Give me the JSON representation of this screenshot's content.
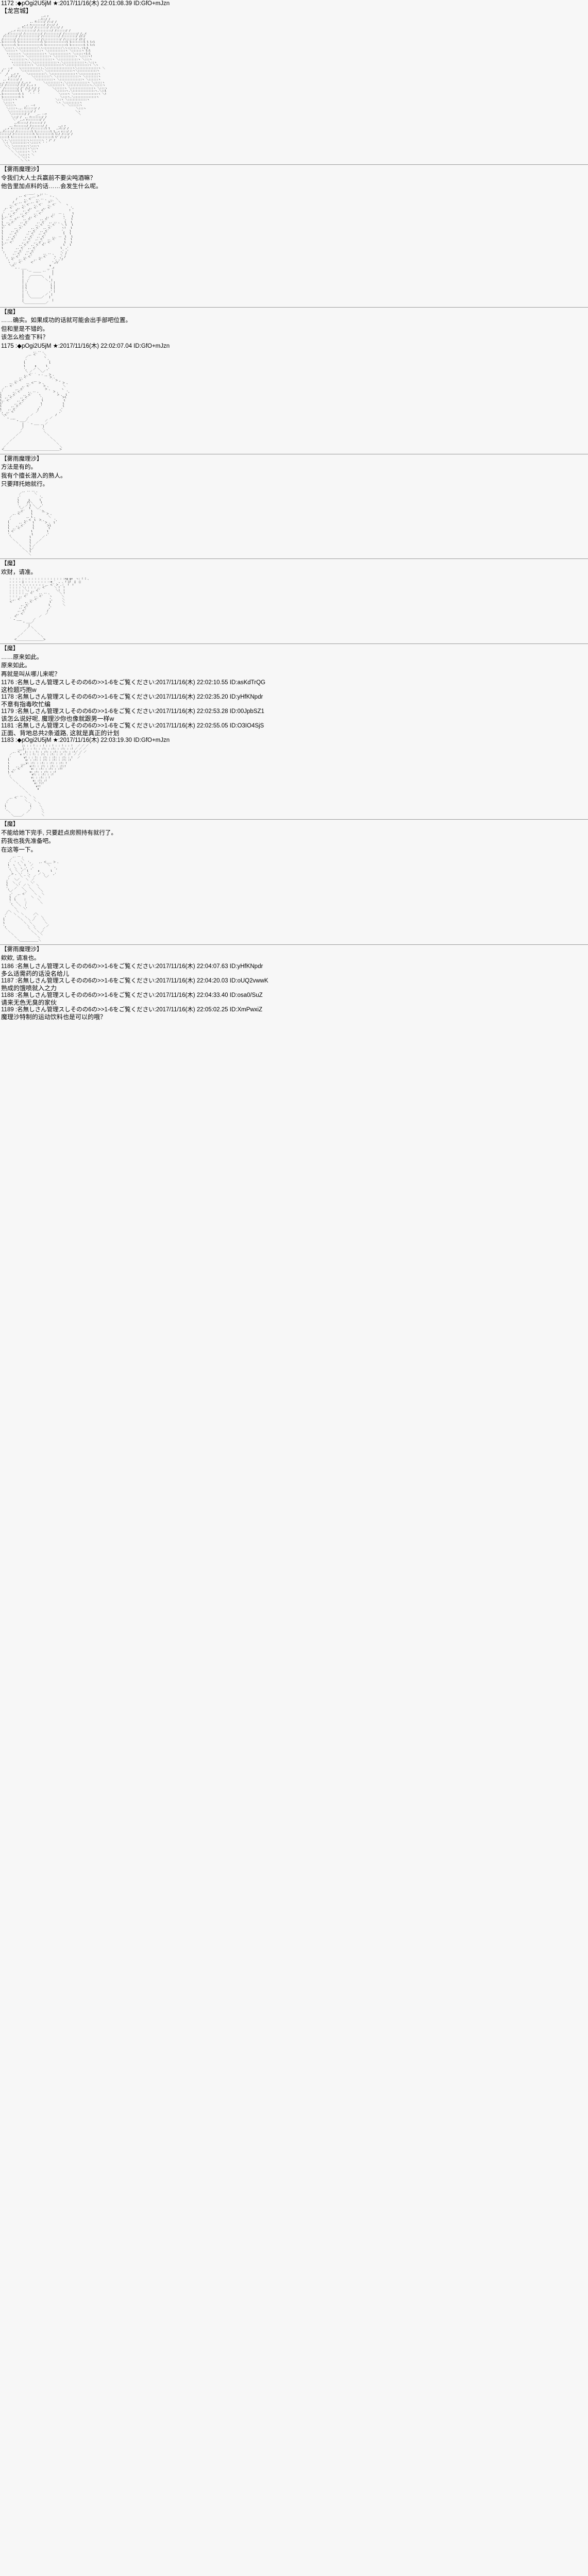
{
  "meta": {
    "board_style": "2ch-thread-archive",
    "text_color": "#000000",
    "background_color": "#f7f7f7",
    "rule_color": "#9a9a9a"
  },
  "posts": [
    {
      "id": "post-1172",
      "header": "1172 :◆pOgi2U5jM ★:2017/11/16(木) 22:01:08.39 ID:GfO+mJzn",
      "title": "【龙宫城】",
      "aa_id": "aa-1",
      "dialogue": {
        "name": "【雾雨魔理沙】",
        "lines": [
          "令我们大人士兵赢前不要尖吨酒嘛？",
          "他告里加点料的话……会发生什么呢。"
        ]
      }
    },
    {
      "id": "post-1172b",
      "aa_id": "aa-2",
      "dialogue": {
        "name": "【魔】",
        "lines": [
          "……确实。如果成功的话就可能会出手部吧位置。",
          "但和里是不错的。",
          "该怎么检查下料？"
        ]
      }
    },
    {
      "id": "post-1175",
      "header": "1175 :◆pOgi2U5jM ★:2017/11/16(木) 22:02:07.04 ID:GfO+mJzn",
      "aa_id": "aa-3",
      "dialogue": {
        "name": "【雾雨魔理沙】",
        "lines": [
          "方法是有的。",
          "我有个擅长潜入的熟人。",
          "只要拜托她就行。"
        ]
      }
    },
    {
      "id": "post-1175b",
      "aa_id": "aa-4",
      "dialogue": {
        "name": "【魔】",
        "lines": [
          "欢财，请准。"
        ]
      }
    },
    {
      "id": "post-1176-block",
      "aa_id": "aa-5",
      "dialogue": {
        "name": "【魔】",
        "lines": [
          "……原来如此。",
          "原来如此。",
          "再就是叫从哪儿来呢？"
        ]
      },
      "replies": [
        {
          "header": "1176 :名無しさん管理スしそのの6の>>1-6をご覧ください:2017/11/16(木) 22:02:10.55 ID:asKdTrQG",
          "body": "这检题巧抱w"
        },
        {
          "header": "1178 :名無しさん管理スしそのの6の>>1-6をご覧ください:2017/11/16(木) 22:02:35.20 ID:yHfKNpdr",
          "body": "不意有指毒吹忙编"
        },
        {
          "header": "1179 :名無しさん管理スしそのの6の>>1-6をご覧ください:2017/11/16(木) 22:02:53.28 ID:00JpbSZ1",
          "body": "该怎么说好呢, 魔理沙你也像就跟男一样w"
        },
        {
          "header": "1181 :名無しさん管理スしそのの6の>>1-6をご覧ください:2017/11/16(木) 22:02:55.05 ID:O3IO4SjS",
          "body": "正面、背地总共2条道路, 这就是真正的计划"
        }
      ]
    },
    {
      "id": "post-1183",
      "header": "1183 :◆pOgi2U5jM ★:2017/11/16(木) 22:03:19.30 ID:GfO+mJzn",
      "aa_id": "aa-6",
      "dialogue": {
        "name": "【魔】",
        "lines": [
          "不能给她下完手, 只要赶点房照持有就行了。",
          "药我也我先准备吧。",
          "在这等一下。"
        ]
      }
    },
    {
      "id": "post-end",
      "aa_id": "aa-7",
      "dialogue": {
        "name": "【雾雨魔理沙】",
        "lines": [
          "欸欸, 请准也。"
        ]
      },
      "replies": [
        {
          "header": "1186 :名無しさん管理スしそのの6の>>1-6をご覧ください:2017/11/16(木) 22:04:07.63 ID:yHfKNpdr",
          "body": "多么适需药的话没名给儿"
        },
        {
          "header": "1187 :名無しさん管理スしそのの6の>>1-6をご覧ください:2017/11/16(木) 22:04:20.03 ID:oUQ2vwwK",
          "body": "熟成的饿喷就入之力"
        },
        {
          "header": "1188 :名無しさん管理スしそのの6の>>1-6をご覧ください:2017/11/16(木) 22:04:33.40 ID:osa0/SuZ",
          "body": "请来无色无臭的家伙"
        },
        {
          "header": "1189 :名無しさん管理スしそのの6の>>1-6をご覧ください:2017/11/16(木) 22:05:02.25 ID:XmPwxiZ",
          "body": "魔理沙特制的运动饮料也是可以的哦？"
        }
      ]
    }
  ],
  "aa": {
    "aa-1": "                          ,.ｨ ｧ\n                      _ ,.ｲ::/ /\n                   ,. ｲ:::::/ /::/ /\n              _,.ｨ ｧ::::::::/ /:::/ /\n           ,. ｲ:::::/ /:::::::/ /::::/ /\n      _,.ｨ ｧ::::::::::/ /::::::::/ /::::::/ /\n   ,.ｲ:::::::/ /::::::::::/ /:::::::::/ /::::::::/ /,.ｲ\n  /:::::::/ /:::::::::::/ /::::::::::/ /::::::::/ //:/\n /:::::::/ /::::::::::::/ /:::::::::::/ /:::::::/ //:/\n.l:::::::l l::::::::::::::l l:::::::::::::l l::::::::l l l:l\n l:::::::l l::::::::::::::l l:::::::::::::l l::::::::l l l:l\n  ＼::::ヽ.＼::::::::::::＼ヽ::::::::::::＼ヽ::::::ヽ.ヽl:l\n   ＼:::::ヽ ＼::::::::::::ヽ ＼:::::::::::ヽ ＼::::::ヽ l:l\n    ヽ::::::ヽ ＼::::::::::::ヽ ＼:::::::::::ヽ ＼:::::ヽl:l\n     ヽ:::::::ヽ ＼:::::::::::::ヽ ＼::::::::::::ヽ ＼::::ヽ!\n      ヽ::::::::ヽ.＼:::::::::::::ヽ ＼::::::::::::ヽ ＼:::ヽ\n       ヽ:::::::::ヽ.＼::::::::::::::ヽ.＼:::::::::::::ヽ.＼::ヽ\n        ヽ::::::::::ヽ ＼:::::::::::::::ヽ＼::::::::::::::ヽ ＼ヽ\n  ,. -‐ｧ    ヽ::::::::::::ヽ.＼::::::::::::::::ヽ＼:::::::::::::ヽ ＼\n /   /       ＼:::::::::::＼ ＼::::::::::::::::ヽ＼::::::::::::ヽ\n'   /  ,.ｨ ｧ     ＼::::::::::＼ ＼:::::::::::::::ヽ＼:::::::::::ヽ\n   ' ,.ｲ::/ /       ＼::::::::::＼ ＼::::::::::::::ヽ ＼::::::::ヽ\n  ,. ｲ:::::/ /        ＼::::::::::ヽ ＼::::::::::::::ヽ ＼::::::ヽ\n,.ｨ ｧ:::::::/ /,.ｨ ｧ        ＼:::::::::ヽ.＼:::::::::::::ヽ ＼:::::ヽ\n:/ /:::::::/ /:/ /,.ｨ ｧ       ＼::::::::ヽ ＼:::::::::::::ヽ.＼::::ヽ\n' /::::::::/ /' /:/ /:/ /        ＼::::::ヽ ＼::::::::::::::ヽ ＼:::ヽ\n /:::::::::l l  ' /' /' /          ＼:::::ヽ.＼::::::::::::::ヽ.＼::l\n.l::::::::::l l    ' '  '            ＼::::ヽ ＼:::::::::::::::ヽ ＼!\n l::::::::::l l                       ＼:::ヽ.＼::::::::::::::ヽ\n ＼:::::ヽヽ                        ＼::ヽ ＼::::::::::::ヽ\n  ＼::::ヽ                          ＼ヽ ＼:::::::::ヽ\n   ＼::::ヽ     _,. -‐ｧ                 ＼  ＼::::::ヽ\n    ＼::::ヽ.,. ｲ::::::/ /                       ＼:::ヽ\n     ＼:::::::::::::/ /                         ＼ヽ\n      ＼::::::::/ /    _,. -‐ｧ                    ＼\n       ＼::/ /  ,. ｲ:::::::/ /\n        ＼' _,.ｨ ｧ::::::::/ /\n         ,.ｲ:::::/ /::::::/ /\n      ,. ｲ:::::::/ /:::::::/ /       ,.ｨ ｧ\n  _,.ｨ ｧ::::::::::/ /::::::::l l    ,.ｲ::/ /\n,.ｲ:::::/ /:::::::::l l:::::::::l l,.ｨ ｧ:::/ /\n::::::/ /::::::::::::l l:::::::::l l:/ /:::/ /\n:::::l l::::::::::::::l l::::::::l l' /::/ /\n ＼ヽ.＼::::::::::ヽヽ::::::ヽ ' /' /\n  ＼ヽ ＼:::::::::ヽ＼::::ヽ ' '\n   ＼＼ ＼::::::::ヽ＼:::ヽ\n     ＼ ＼::::::::ヽ＼::ヽ\n       ＼ ＼::::::ヽ ＼ヽ\n         ＼ ＼::::ヽ ＼\n           ＼ ＼::ヽ\n             ＼ ＼ヽ",
    "aa-2": "                  ＿＿.   ,. ､\n            ,. ＜´   ＿ ＞'´  ｀ ｰ ､\n          /    ,. ＜´  ,. -‐ ､  ＿  ＼\n        /   ,. ＜´  ,. ＜´     ＞'´   ＼\n      ,. ＜´  ,. ＜´  ,. ＜´   ,. ＜´      ヽ\n   ,. ＜´  ,. ＜´  ,. ＜´   ,. ＜´            ',\n  ／   ,. ＜´  ,. ＜´   ,. ＜´               !\n ,'  ,. ＜´  ,. ＜´   ,. ＜´      ,.  -‐ ､     l\n l ,. ＜´  ,. ＜´  ,. ＜´     ,. ＜´     ヽ    l\n l'   ,. ＜´   ,. ＜´     ,. ＜´         ',   l\n l  ,. ＜´   ,. ＜´     ,. ＜´  ,. -‐ ､   l   l\n l,. ＜´    ,. ＜´     ,. ＜´  ,. ＜´   ＼ l   l\n l'      ,. ＜´     ,. ＜´  ,. ＜´      ヽ!   l\n l     ,. ＜´     ,. ＜´  ,. ＜´        ',   l\n l    ,. ＜´     ,. ＜´  ,. ＜´          l   l\n l   ,. ＜´     ,. ＜´  ,. ＜´    ,.  -‐  l   l\n l  ,. ＜´     ,. ＜´  ,. ＜´  ,. ＜´     l   l\n l ,. ＜´     ,. ＜´  ,. ＜´,. ＜´        l   l\n l'         ,. ＜´  ,. ＜´ ＜´           l   l\n l        ,. ＜´  ,. ＜´               l  ,'\n ',      ,. ＜´  ,. ＜´                ,' ,'\n  ',    ,. ＜´  ,. ＜´      ,. -‐ ､    ,' /\n   ',  ,. ＜´  ,. ＜´    ,. ＜´    ヽ  ,' /\n    ', ＜´  ,. ＜´    ,. ＜´       ', ,'/\n     ヽ  ,. ＜´     ＜´           ',//\n      ＼＜´                     ∨\n       ｀ ｰ - ＿＿             ＿ .ｲ\n              |  ̄ ‐- ＿＿＿ -‐ ´  |\n              |                  |\n              |   ／￣￣￣￣＼   |\n              |  ／          ＼  |\n              | ,'             ', |\n              | l               l |\n              | l               l |\n              | ',             ,' |\n              |  ＼          ／  |\n              |   ＼＿＿＿＿／   |\n              |                  |\n              ＼＿＿＿＿＿＿＿＿／",
    "aa-3": "                     ,. -‐ ､\n                  ,. ＜´    ＼\n                ／          ヽ\n               ,'             ',\n               l               l\n               l      ∧      l\n               ',    ／ ＼    ,'\n                ＼ ／     ＼／\n               ,. ＜´ ｀ ｰ - ＿ ＞ ､\n            ,. ＜´           ｀ ＞ ､\n         ,. ＜´       ＿         ｀ ＞ ､\n      ,. ＜´     ,. ＜´  ＞ ､         ｀ ＞ ､\n   ,. ＜´     ,. ＜´        ＞ ､         ＼\n ／       ,. ＜´             ＞ ､       ヽ\n,'      ,. ＜´    ,. -‐ ､         ＞ ､     ',\nl    ,. ＜´    ,. ＜´    ヽ          ＞ ､  l\nl  ,. ＜´    ,. ＜´       ',            ＞l\nl,. ＜´    ,. ＜´          l             l\nl'       ,. ＜´           l             l\nl      ,. ＜´            ,'             l\nl    ,. ＜´             /             ,'\n',  ,. ＜´             ／             ,'\n ＼＜´              ／              /\n  ｀ ｰ ＿＿       ／             ／\n        ｀ ｰ ＿＿／           ／\n              |  ｀ ｰ ＿＿ ＿ ／\n              |            |\n             ／            ＼\n            ／              ＼\n          ／                  ＼\n        ／                      ＼\n      ／                          ＼\n    ／                              ＼\n  ／                                  ＼\n ＜＿＿＿＿＿＿＿＿＿＿＿＿＿＿＿＿＿＿＿＿＿＞",
    "aa-4": "              ,. -‐ ‐- ､\n            ／        ＼\n           ,'            ',\n           l      i      l\n           l     /l＼     l\n           ',   ／ l ＼   ,'\n            ＼／   l   ＼／\n           ,.＜´    l    ｀＞､\n        ,. ＜´      l      ｀ ＞ ､\n      ／         ,. l ､        ＼\n     ,'        ,. ＜  l  ＞ ､      ',\n     l      ,. ＜´   l    ｀ ＞ ､  l\n     l    ,. ＜´     l        ＞l\n     l  ,. ＜´       l         l\n     l ＜´          l         l\n     ',             l        ,'\n      ＼           l       ／\n        ＼         l     ／\n          ＼       l   ／\n            ＼     l ／\n              ＼   l／\n                ＼ l\n                  ＼",
    "aa-5": "      : : : : : : : : : : : : : : : : : :×≦ ≧×  ヽ: ! ﾐ ､\n      : : : : ﾞ : : : : : : : ‐-≡ ´  , . ! ﾞ!  ﾞ  ﾞ\n      : : : ヽ : : : : : : : ,. ＜´ ＞ .｜  !  !\n      : : : : ＼: : : : ,. ＜´     ＼ !  !\n      : : : : : ＼: ,. ＜´          ＼!  !\n      : : : : : ,. ＜´   ,. -‐ ､      ＼ !\n      : : : ,. ＜´    ,. ＜´    ヽ      ＼\n      : ,. ＜´     ,. ＜´       ',      ＼\n      ＜´       ,. ＜´          l       ＼\n             ,. ＜´            l        ＼\n            ,. ＜´             ,'\n           ,. ＜´             /\n          ,. ＜´             ／\n         ＜´             ／\n      ｀ ｰ ＿＿       ／\n            ｀ ｰ ＿＿／\n                  |\n                 ／ ＼\n               ／     ＼\n             ／         ＼\n           ／             ＼\n         ＜＿＿＿＿＿＿＿＿＿＿＞",
    "aa-6": "              |: : : ! : : ! : : ! : : ! : : !   ／ ／ ／\n           ＿＿|: : : !: : :!: : :!: : :!: : :! ／ ／ ／\n        ,. ＜´  |: : : !: : :!: : :!: : :!: : :!／ ／ ／\n      ／     ∨ ! : : !: : :!: : :!: : :! : :!  ／ ／\n     ,'        ∨! : : !: : :!: : :!: : :!: : !   ／\n     l          ∨: : :!: : :!: : :!: : :!: :!\n     l       ＿＿∨: :!: : :!: : :!: : :!: !\n     l    ,. ＜´   ∨:!: : :!: : :!: : :!:!\n     l  ,. ＜´      ∨: : :!: : :!: : :!!\n     l ＜´         ∨: :!: : :!: : :!\n     ',             ∨!: : :!: : :!\n      ＼            ∨: : :!: : !\n        ＼           ∨: :!: :!\n          ＼          ∨: !:!\n            ＼         ∨!!\n              ＼        ∨\n                ＼\n                  ＼\n      ,. ＜´ ￣ ＼    ＼\n    ／          ＼    ＼\n   ,'             ',    ＼\n   l               l     ＼\n   ',             ,'      ＼\n     ＼          ／        ＼\n       ＼＿＿＿／           ＼",
    "aa-7": "        ,. -‐ ､\n      ／      ＼\n     ,'  ' , ＼   ',     ,. ＜＿＿ ＞ ､\n     l  ヽ  ＼  l   ／         ＼\n     ',  ＼  ヽ ,'  ,'             ',\n      ＼  ＼  ／  l      ∧       l\n       ＞ ､ ＼' _ ',     ／ ＼     ,'\n     ／      ＼   ＼  ／     ＼／\n    ,'   ＼／    ＼  ／\n    l   ＼  ／      ＼'\n    l     ＼'  ／ ＼    ＼\n    ',   ／   ＼   ＼    ＼\n     ＼／       ＼   ＼    ＼\n      ,'   ,. ＜´     ＼   ＼\n      l  ／         ＼   ＼\n      l  l     ｜       ＼\n      ',  ＼    ｜        ＼\n       ＼   ＼  ｜\n         ＼    ＼'\n    ／＼   ＼\n   ／    ＼   ＼      ／＼\n  ,'       ＼   ＼    ／   ＼\n  l          ＼   ＼ ／     ＼\n  l            ＼  ＼        ＼\n  ',             ＼  ＼       ／\n   ＼             ＼  ＼    ／\n     ＼             ＼  ＼ ／\n       ＼             ＼  ＼\n         ＼             ＼\n           ＼＿＿＿＿＿＿＿＼"
  }
}
